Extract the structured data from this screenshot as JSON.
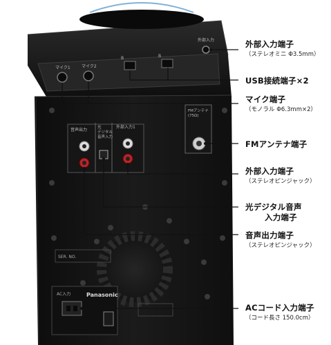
{
  "device": {
    "panel_labels": {
      "mic1": "マイク1",
      "mic2": "マイク2",
      "usb1": "B",
      "usb2": "B",
      "ext_in_top": "外部入力",
      "audio_out": "音声出力",
      "optical": "光\nデジタル\n音声入力",
      "ext_in": "外部入力1",
      "fm_antenna": "FMアンテナ\n(75Ω)",
      "ser_no": "SER. NO.",
      "ac_in": "AC入力",
      "brand": "Panasonic"
    }
  },
  "callouts": {
    "ext_in_top": {
      "title": "外部入力端子",
      "sub": "（ステレオミニ Φ3.5mm）"
    },
    "usb": {
      "title": "USB接続端子×2"
    },
    "mic": {
      "title": "マイク端子",
      "sub": "（モノラル Φ6.3mm×2）"
    },
    "fm": {
      "title": "FMアンテナ端子"
    },
    "ext_in_rca": {
      "title": "外部入力端子",
      "sub": "（ステレオピンジャック）"
    },
    "optical": {
      "title": "光デジタル音声",
      "title2": "入力端子"
    },
    "audio_out": {
      "title": "音声出力端子",
      "sub": "（ステレオピンジャック）"
    },
    "ac": {
      "title": "ACコード入力端子",
      "sub": "（コード長さ 150.0cm）"
    }
  },
  "colors": {
    "body": "#141414",
    "panel": "#1f1f1f",
    "line": "#111111",
    "rca_red": "#b3262a",
    "rca_white": "#d9d9d9"
  }
}
